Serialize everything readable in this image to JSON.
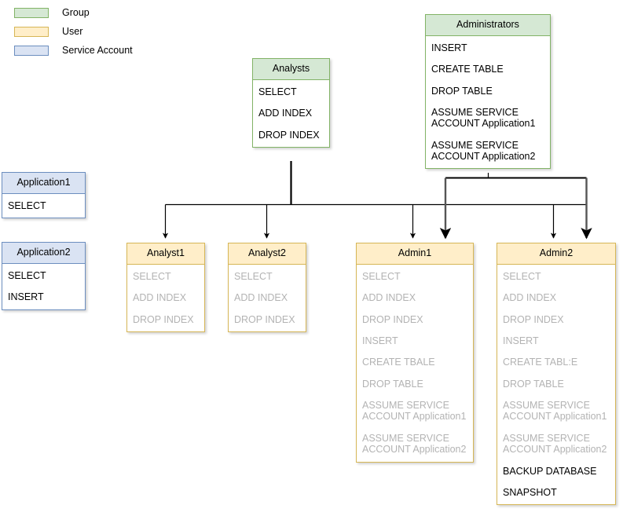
{
  "legend": {
    "items": [
      {
        "label": "Group",
        "swatch": "group-swatch",
        "color": "#d5e8d4"
      },
      {
        "label": "User",
        "swatch": "user-swatch",
        "color": "#ffeec9"
      },
      {
        "label": "Service Account",
        "swatch": "service-account-swatch",
        "color": "#dae3f3"
      }
    ]
  },
  "nodes": {
    "analysts": {
      "title": "Analysts",
      "type": "Group",
      "permissions": [
        {
          "text": "SELECT",
          "inherited": false
        },
        {
          "text": "ADD INDEX",
          "inherited": false
        },
        {
          "text": "DROP INDEX",
          "inherited": false
        }
      ]
    },
    "administrators": {
      "title": "Administrators",
      "type": "Group",
      "permissions": [
        {
          "text": "INSERT",
          "inherited": false
        },
        {
          "text": "CREATE TABLE",
          "inherited": false
        },
        {
          "text": "DROP TABLE",
          "inherited": false
        },
        {
          "text": "ASSUME SERVICE\nACCOUNT Application1",
          "inherited": false
        },
        {
          "text": "ASSUME SERVICE\nACCOUNT Application2",
          "inherited": false
        }
      ]
    },
    "application1": {
      "title": "Application1",
      "type": "Service Account",
      "permissions": [
        {
          "text": "SELECT",
          "inherited": false
        }
      ]
    },
    "application2": {
      "title": "Application2",
      "type": "Service Account",
      "permissions": [
        {
          "text": "SELECT",
          "inherited": false
        },
        {
          "text": "INSERT",
          "inherited": false
        }
      ]
    },
    "analyst1": {
      "title": "Analyst1",
      "type": "User",
      "permissions": [
        {
          "text": "SELECT",
          "inherited": true
        },
        {
          "text": "ADD INDEX",
          "inherited": true
        },
        {
          "text": "DROP INDEX",
          "inherited": true
        }
      ]
    },
    "analyst2": {
      "title": "Analyst2",
      "type": "User",
      "permissions": [
        {
          "text": "SELECT",
          "inherited": true
        },
        {
          "text": "ADD INDEX",
          "inherited": true
        },
        {
          "text": "DROP INDEX",
          "inherited": true
        }
      ]
    },
    "admin1": {
      "title": "Admin1",
      "type": "User",
      "permissions": [
        {
          "text": "SELECT",
          "inherited": true
        },
        {
          "text": "ADD INDEX",
          "inherited": true
        },
        {
          "text": "DROP INDEX",
          "inherited": true
        },
        {
          "text": "INSERT",
          "inherited": true
        },
        {
          "text": "CREATE TBALE",
          "inherited": true
        },
        {
          "text": "DROP TABLE",
          "inherited": true
        },
        {
          "text": "ASSUME SERVICE\nACCOUNT Application1",
          "inherited": true
        },
        {
          "text": "ASSUME SERVICE\nACCOUNT Application2",
          "inherited": true
        }
      ]
    },
    "admin2": {
      "title": "Admin2",
      "type": "User",
      "permissions": [
        {
          "text": "SELECT",
          "inherited": true
        },
        {
          "text": "ADD INDEX",
          "inherited": true
        },
        {
          "text": "DROP INDEX",
          "inherited": true
        },
        {
          "text": "INSERT",
          "inherited": true
        },
        {
          "text": "CREATE TABL:E",
          "inherited": true
        },
        {
          "text": "DROP TABLE",
          "inherited": true
        },
        {
          "text": "ASSUME SERVICE\nACCOUNT Application1",
          "inherited": true
        },
        {
          "text": "ASSUME SERVICE\nACCOUNT Application2",
          "inherited": true
        },
        {
          "text": "BACKUP DATABASE",
          "inherited": false
        },
        {
          "text": "SNAPSHOT",
          "inherited": false
        }
      ]
    }
  },
  "edges": [
    {
      "from": "analysts",
      "to": "analyst1"
    },
    {
      "from": "analysts",
      "to": "analyst2"
    },
    {
      "from": "analysts",
      "to": "admin1"
    },
    {
      "from": "analysts",
      "to": "admin2"
    },
    {
      "from": "administrators",
      "to": "admin1"
    },
    {
      "from": "administrators",
      "to": "admin2"
    }
  ],
  "colors": {
    "group_fill": "#d5e8d4",
    "group_stroke": "#82b366",
    "user_fill": "#ffeec9",
    "user_stroke": "#d6b656",
    "service_fill": "#dae3f3",
    "service_stroke": "#6c8ebf",
    "inherited_text": "#b3b3b3",
    "text": "#000000",
    "edge": "#000000"
  }
}
